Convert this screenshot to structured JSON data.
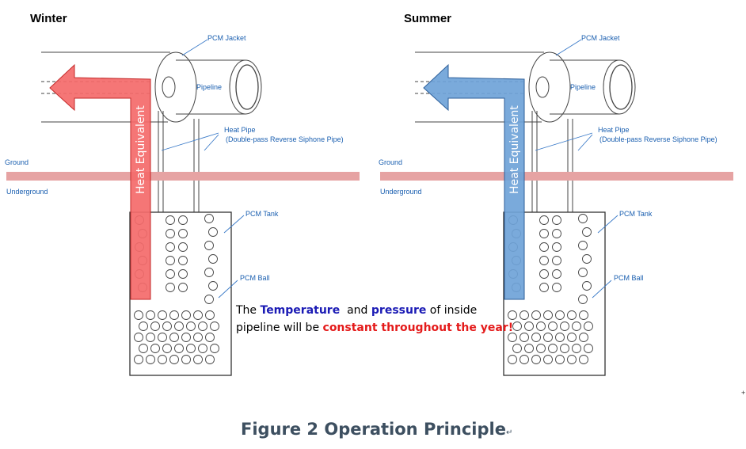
{
  "panels": [
    {
      "title": "Winter",
      "arrow_color": "#f46a6a",
      "arrow_stroke": "#c42a2a",
      "heat_label": "Heat Equivalent",
      "labels": {
        "pcm_jacket": "PCM Jacket",
        "pipeline": "Pipeline",
        "heat_pipe_line1": "Heat Pipe",
        "heat_pipe_line2": "(Double-pass Reverse Siphone Pipe)",
        "ground": "Ground",
        "underground": "Underground",
        "pcm_tank": "PCM Tank",
        "pcm_ball": "PCM Ball"
      }
    },
    {
      "title": "Summer",
      "arrow_color": "#6fa3d8",
      "arrow_stroke": "#2d5f9a",
      "heat_label": "Heat Equivalent",
      "labels": {
        "pcm_jacket": "PCM Jacket",
        "pipeline": "Pipeline",
        "heat_pipe_line1": "Heat Pipe",
        "heat_pipe_line2": "(Double-pass Reverse Siphone Pipe)",
        "ground": "Ground",
        "underground": "Underground",
        "pcm_tank": "PCM Tank",
        "pcm_ball": "PCM Ball"
      }
    }
  ],
  "ground_color": "#e6a3a3",
  "note": {
    "prefix": "The ",
    "temperature": "Temperature",
    "and": "  and ",
    "pressure": "pressure",
    "of_inside": " of inside",
    "line2_prefix": "pipeline will be ",
    "constant": "constant throughout the year!"
  },
  "caption": "Figure 2 Operation Principle",
  "caption_mark": "↵",
  "corner_mark": "+"
}
